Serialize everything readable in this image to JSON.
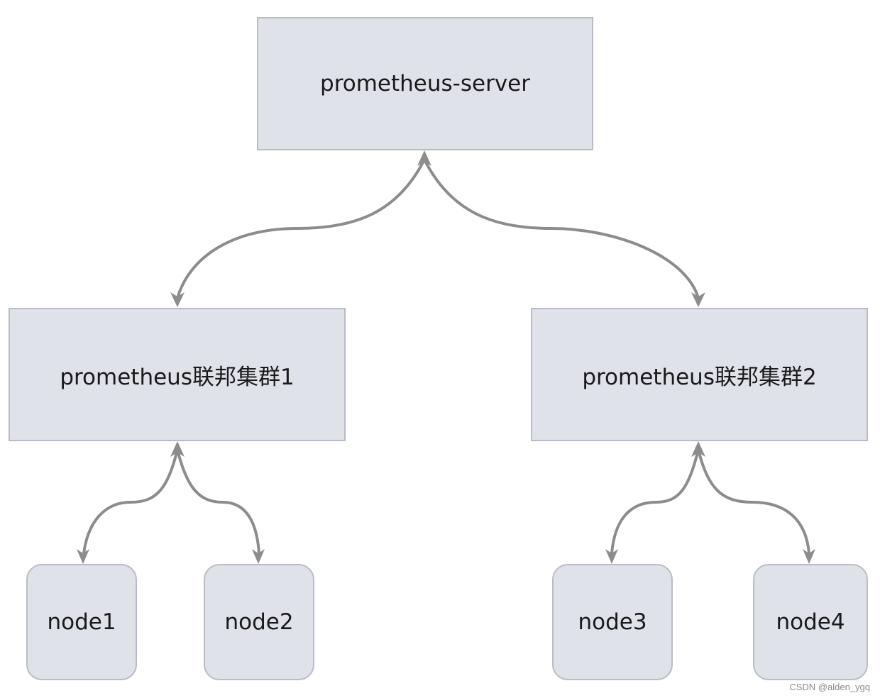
{
  "nodes": {
    "server": "prometheus-server",
    "cluster1": "prometheus联邦集群1",
    "cluster2": "prometheus联邦集群2",
    "node1": "node1",
    "node2": "node2",
    "node3": "node3",
    "node4": "node4"
  },
  "watermark": "CSDN @alden_ygq",
  "colors": {
    "box_fill": "#dfe2e9",
    "box_border": "#b9bcc4",
    "connector": "#8c8c8c"
  }
}
